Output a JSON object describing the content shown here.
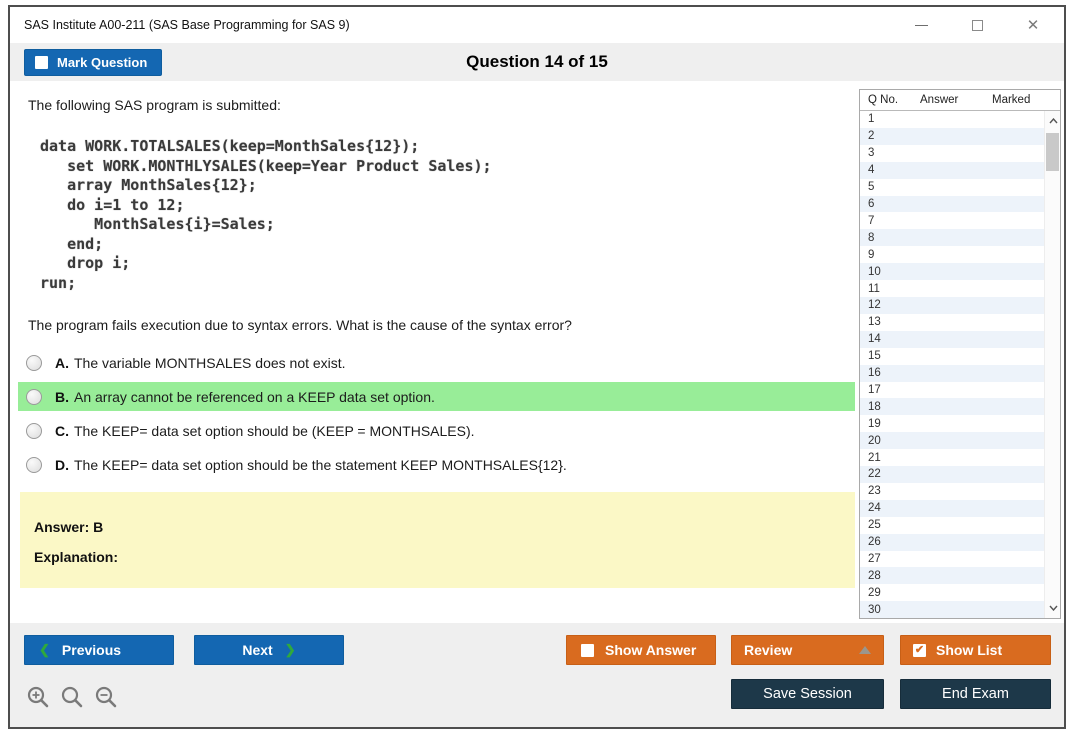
{
  "window": {
    "title": "SAS Institute A00-211 (SAS Base Programming for SAS 9)",
    "controls": {
      "minimize": "minimize",
      "maximize": "maximize",
      "close": "✕"
    }
  },
  "header": {
    "mark_question_label": "Mark Question",
    "mark_question_checked": false,
    "question_counter": "Question 14 of 15"
  },
  "main": {
    "intro": "The following SAS program is submitted:",
    "code": "data WORK.TOTALSALES(keep=MonthSales{12});\n   set WORK.MONTHLYSALES(keep=Year Product Sales);\n   array MonthSales{12};\n   do i=1 to 12;\n      MonthSales{i}=Sales;\n   end;\n   drop i;\nrun;",
    "question": "The program fails execution due to syntax errors. What is the cause of the syntax error?",
    "options": [
      {
        "letter": "A.",
        "text": "The variable MONTHSALES does not exist.",
        "highlighted": false
      },
      {
        "letter": "B.",
        "text": "An array cannot be referenced on a KEEP data set option.",
        "highlighted": true
      },
      {
        "letter": "C.",
        "text": "The KEEP= data set option should be (KEEP = MONTHSALES).",
        "highlighted": false
      },
      {
        "letter": "D.",
        "text": "The KEEP= data set option should be the statement KEEP MONTHSALES{12}.",
        "highlighted": false
      }
    ],
    "answer_box": {
      "answer": "Answer: B",
      "explanation": "Explanation:"
    }
  },
  "sidebar": {
    "columns": [
      "Q No.",
      "Answer",
      "Marked"
    ],
    "rows": [
      "1",
      "2",
      "3",
      "4",
      "5",
      "6",
      "7",
      "8",
      "9",
      "10",
      "11",
      "12",
      "13",
      "14",
      "15",
      "16",
      "17",
      "18",
      "19",
      "20",
      "21",
      "22",
      "23",
      "24",
      "25",
      "26",
      "27",
      "28",
      "29",
      "30"
    ]
  },
  "footer": {
    "previous": "Previous",
    "next": "Next",
    "show_answer": "Show Answer",
    "show_answer_checked": false,
    "review": "Review",
    "show_list": "Show List",
    "show_list_checked": true,
    "check_glyph": "✔",
    "save_session": "Save Session",
    "end_exam": "End Exam"
  },
  "colors": {
    "accent_blue": "#1467b2",
    "accent_orange": "#d96b1f",
    "accent_navy": "#1d3849",
    "highlight_green": "#98ed98",
    "answer_yellow": "#fbf8c6",
    "row_alt_blue": "#edf3fa",
    "chevron_green": "#2fa93c",
    "bar_gray": "#efefef"
  }
}
